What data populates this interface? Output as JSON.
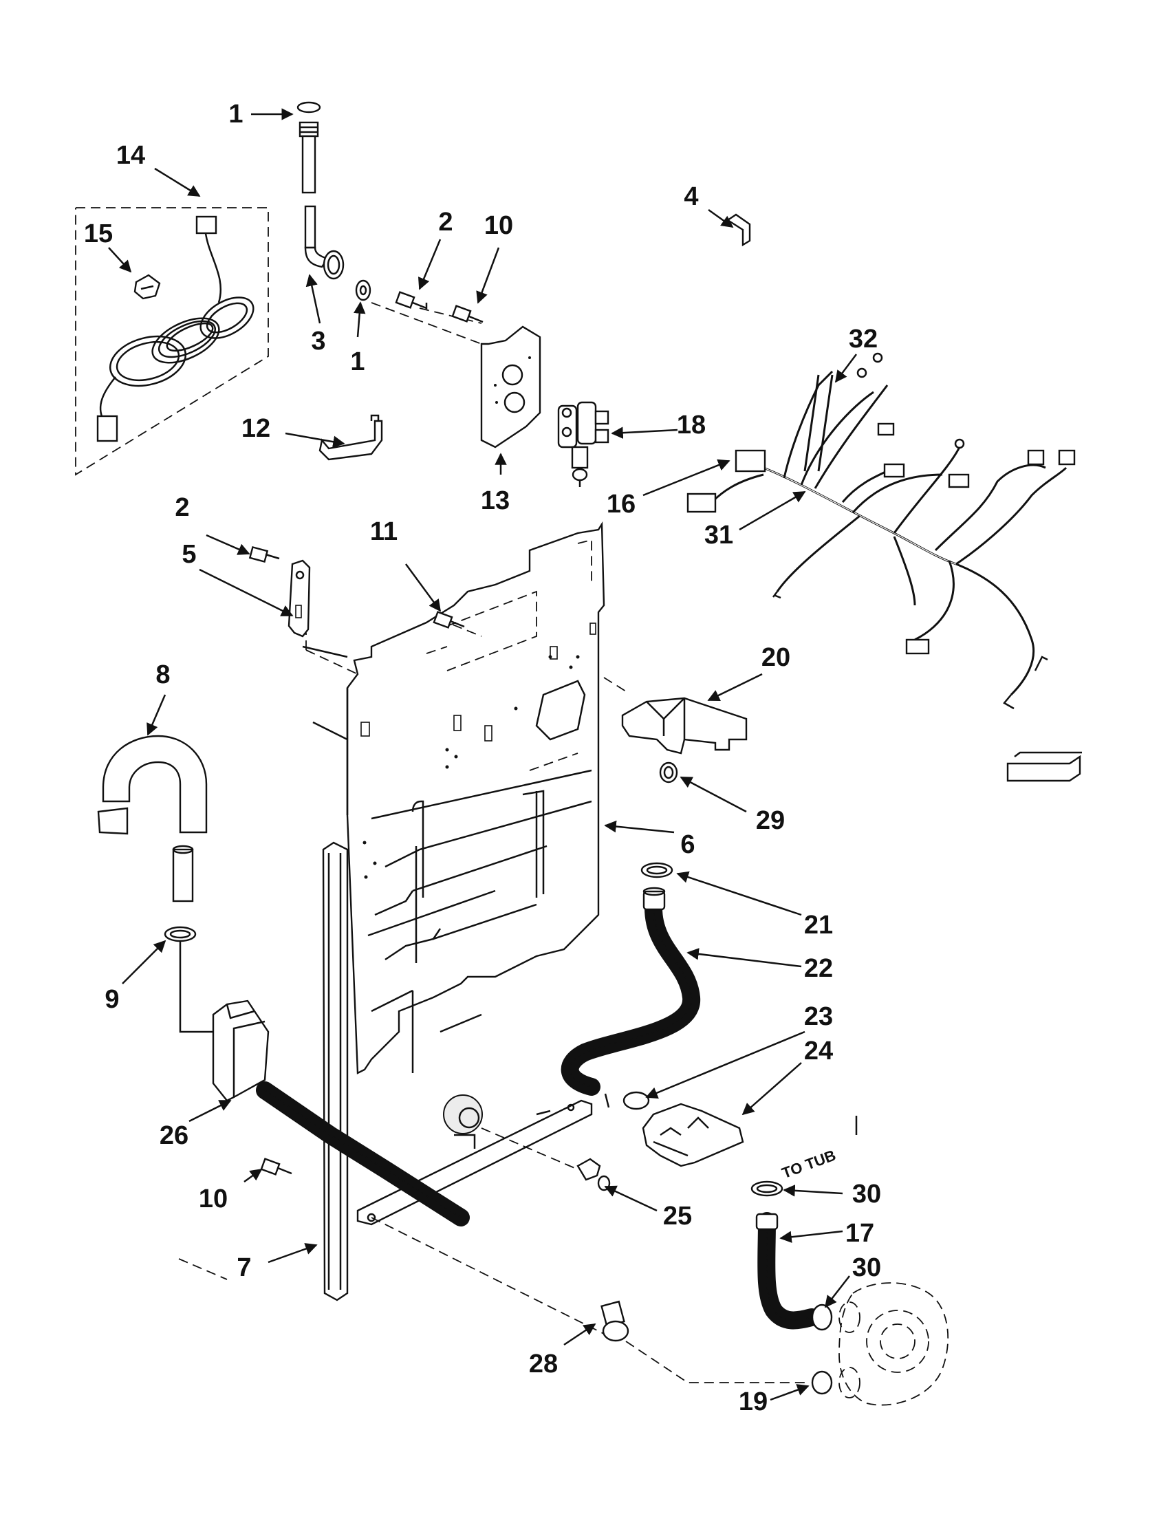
{
  "callouts": [
    {
      "id": "c-1a",
      "text": "1",
      "part": "washer"
    },
    {
      "id": "c-1b",
      "text": "1",
      "part": "washer"
    },
    {
      "id": "c-2a",
      "text": "2",
      "part": "screw"
    },
    {
      "id": "c-2b",
      "text": "2",
      "part": "screw"
    },
    {
      "id": "c-3",
      "text": "3",
      "part": "inlet-hose"
    },
    {
      "id": "c-4",
      "text": "4",
      "part": "clip"
    },
    {
      "id": "c-5",
      "text": "5",
      "part": "strap"
    },
    {
      "id": "c-6",
      "text": "6",
      "part": "rear-panel"
    },
    {
      "id": "c-7",
      "text": "7",
      "part": "side-rail"
    },
    {
      "id": "c-8",
      "text": "8",
      "part": "drain-hose-form"
    },
    {
      "id": "c-9",
      "text": "9",
      "part": "clamp"
    },
    {
      "id": "c-10a",
      "text": "10",
      "part": "screw"
    },
    {
      "id": "c-10b",
      "text": "10",
      "part": "screw"
    },
    {
      "id": "c-11",
      "text": "11",
      "part": "screw"
    },
    {
      "id": "c-12",
      "text": "12",
      "part": "bracket"
    },
    {
      "id": "c-13",
      "text": "13",
      "part": "valve-bracket"
    },
    {
      "id": "c-14",
      "text": "14",
      "part": "power-cord-kit"
    },
    {
      "id": "c-15",
      "text": "15",
      "part": "strain-relief"
    },
    {
      "id": "c-16",
      "text": "16",
      "part": "connector"
    },
    {
      "id": "c-17",
      "text": "17",
      "part": "pump-hose"
    },
    {
      "id": "c-18",
      "text": "18",
      "part": "water-valve"
    },
    {
      "id": "c-19",
      "text": "19",
      "part": "clamp"
    },
    {
      "id": "c-20",
      "text": "20",
      "part": "hose-guide"
    },
    {
      "id": "c-21",
      "text": "21",
      "part": "clamp"
    },
    {
      "id": "c-22",
      "text": "22",
      "part": "drain-hose"
    },
    {
      "id": "c-23",
      "text": "23",
      "part": "clamp"
    },
    {
      "id": "c-24",
      "text": "24",
      "part": "hose-bracket"
    },
    {
      "id": "c-25",
      "text": "25",
      "part": "plug"
    },
    {
      "id": "c-26",
      "text": "26",
      "part": "cord-cover"
    },
    {
      "id": "c-28",
      "text": "28",
      "part": "hose-connector"
    },
    {
      "id": "c-29",
      "text": "29",
      "part": "clamp"
    },
    {
      "id": "c-30a",
      "text": "30",
      "part": "clamp"
    },
    {
      "id": "c-30b",
      "text": "30",
      "part": "clamp"
    },
    {
      "id": "c-31",
      "text": "31",
      "part": "wire-harness"
    },
    {
      "id": "c-32",
      "text": "32",
      "part": "wire-harness"
    }
  ],
  "notes": {
    "to_tub": "TO TUB"
  }
}
